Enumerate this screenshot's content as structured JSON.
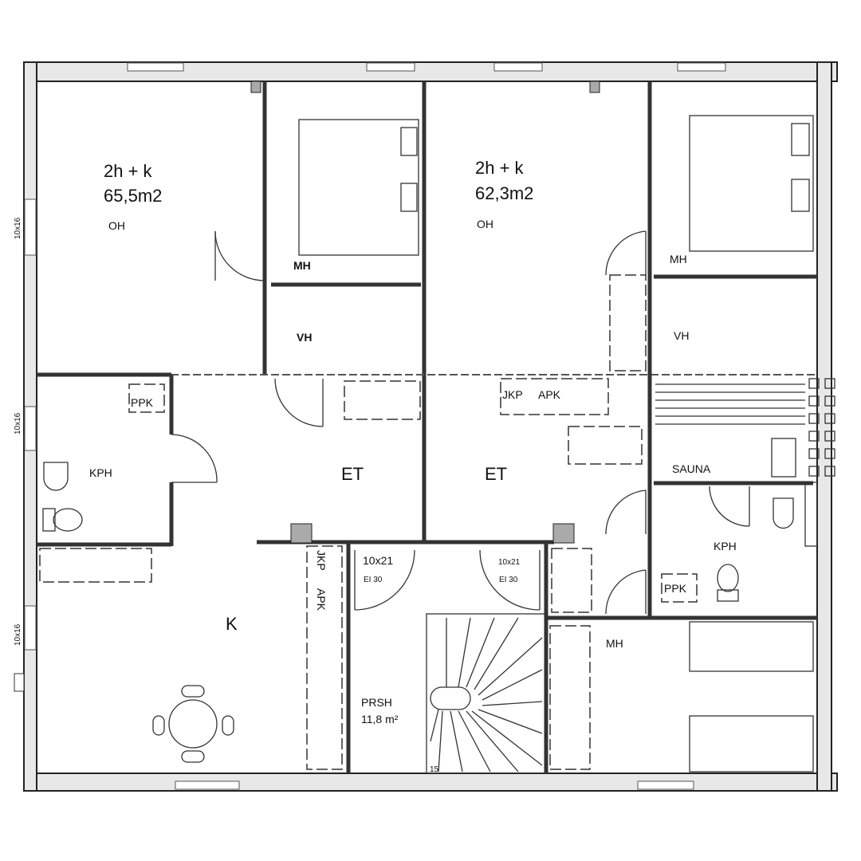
{
  "plan": {
    "apartment_left": {
      "type": "2h + k",
      "area": "65,5m2",
      "rooms": {
        "living": "OH",
        "bedroom": "MH",
        "closet": "VH",
        "bathroom": "KPH",
        "washer": "PPK",
        "hall": "ET",
        "kitchen": "K",
        "fridge": "JKP",
        "freezer": "APK"
      }
    },
    "apartment_right": {
      "type": "2h + k",
      "area": "62,3m2",
      "rooms": {
        "living": "OH",
        "bedroom": "MH",
        "closet": "VH",
        "hall": "ET",
        "fridge": "JKP",
        "freezer": "APK",
        "sauna": "SAUNA",
        "bathroom": "KPH",
        "washer": "PPK",
        "bedroom2": "MH"
      }
    },
    "stairwell": {
      "name": "PRSH",
      "area": "11,8 m²",
      "steps": "15",
      "door_left": {
        "size": "10x21",
        "rating": "EI 30"
      },
      "door_right": {
        "size": "10x21",
        "rating": "EI 30"
      }
    },
    "windows": [
      "10x16",
      "10x16",
      "10x16"
    ]
  }
}
